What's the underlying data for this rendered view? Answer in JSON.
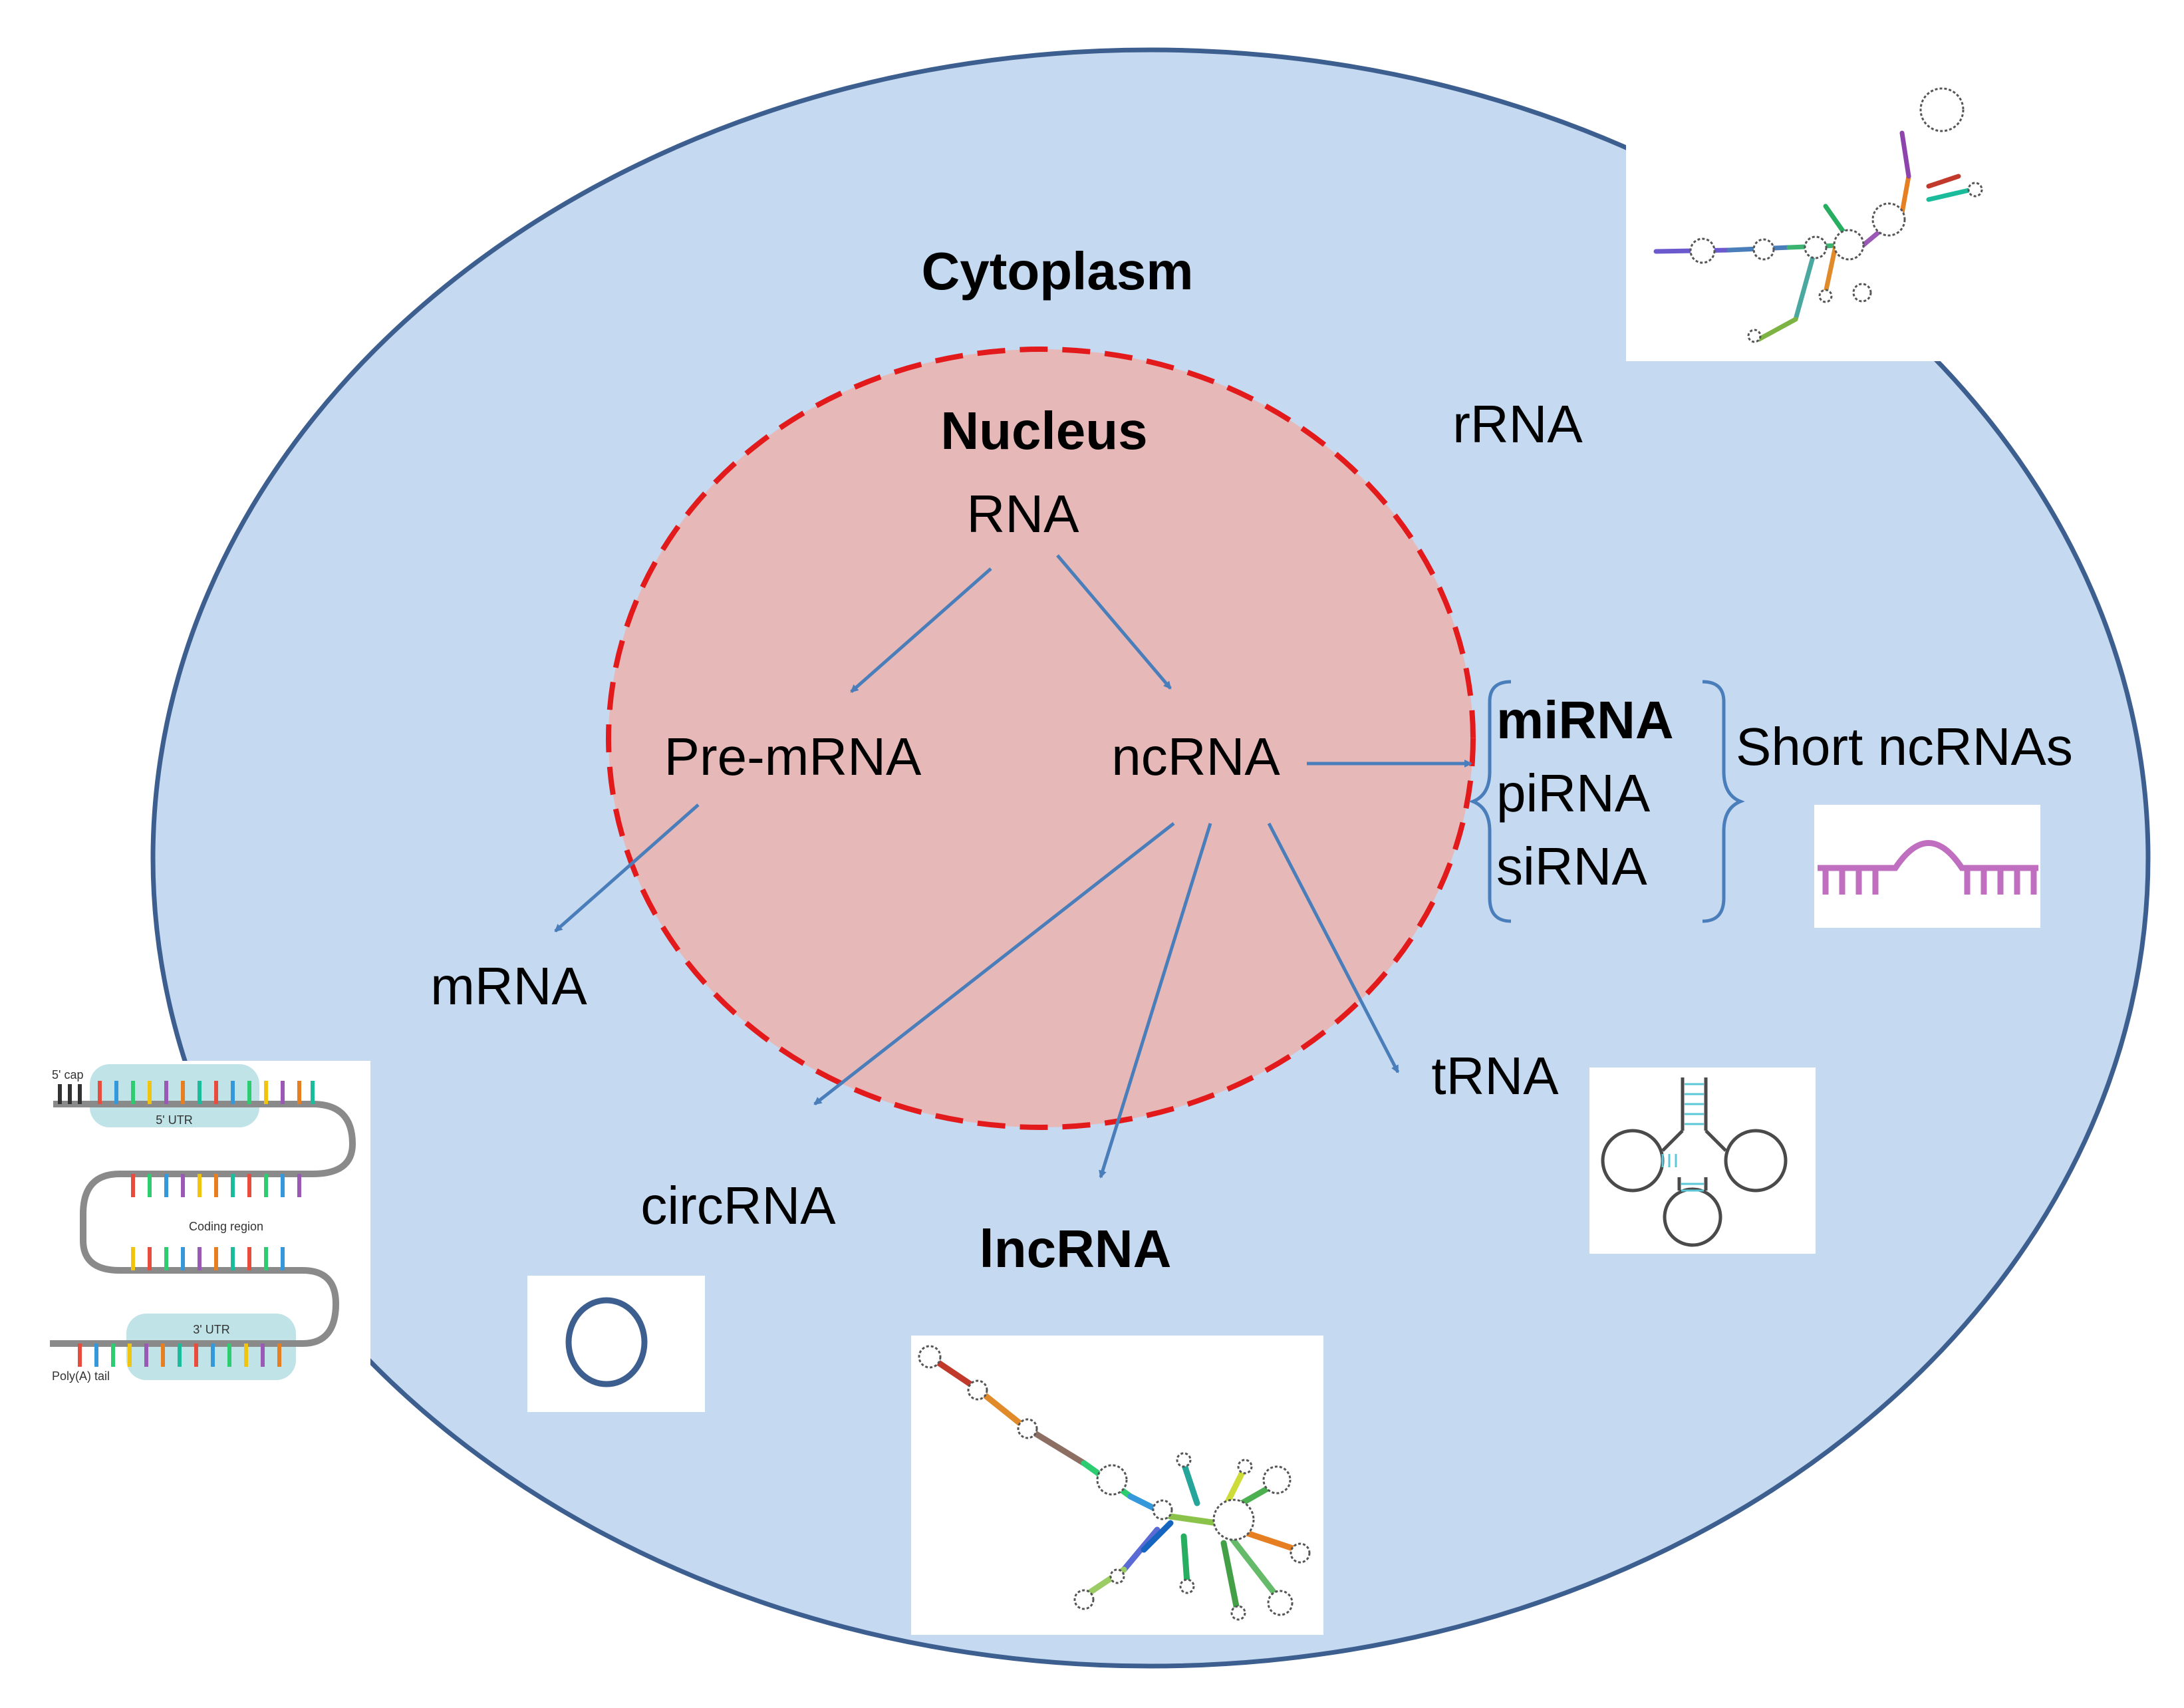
{
  "cell": {
    "cytoplasm_label": "Cytoplasm",
    "nucleus_label": "Nucleus"
  },
  "nodes": {
    "rna": "RNA",
    "pre_mrna": "Pre-mRNA",
    "ncrna": "ncRNA",
    "mrna": "mRNA",
    "rrna": "rRNA",
    "trna": "tRNA",
    "circrna": "circRNA",
    "lncrna": "lncRNA"
  },
  "short_ncrnas": {
    "items": [
      "miRNA",
      "piRNA",
      "siRNA"
    ],
    "group_label": "Short ncRNAs"
  },
  "mrna_figure": {
    "cap_label": "5' cap",
    "utr5_label": "5' UTR",
    "coding_label": "Coding region",
    "utr3_label": "3' UTR",
    "polya_label": "Poly(A) tail"
  },
  "colors": {
    "cytoplasm_fill": "#c5d9f1",
    "cell_border": "#3d5f8f",
    "nucleus_fill": "#e6b9b8",
    "nucleus_border": "#e31a1c",
    "arrow": "#4a7ebb",
    "short_rna_structure": "#c06ec0"
  }
}
